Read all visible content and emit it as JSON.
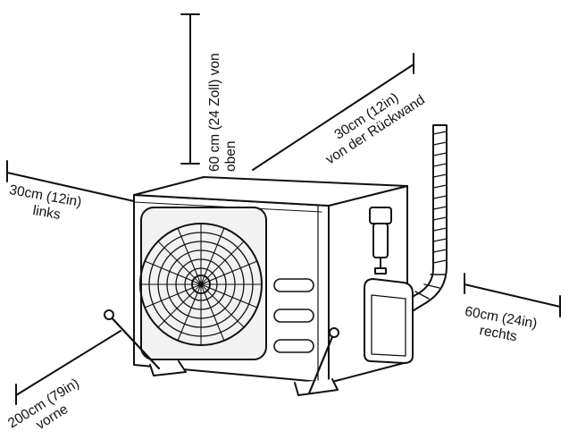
{
  "labels": {
    "top": {
      "line1": "60 cm (24 Zoll) von",
      "line2": "oben"
    },
    "back": {
      "line1": "30cm (12in)",
      "line2": "von der Rückwand"
    },
    "left": {
      "line1": "30cm (12in)",
      "line2": "links"
    },
    "right": {
      "line1": "60cm (24in)",
      "line2": "rechts"
    },
    "front": {
      "line1": "200cm (79in)",
      "line2": "vorne"
    }
  },
  "colors": {
    "line": "#111111",
    "fill": "#ffffff",
    "shade": "#d9d9d9"
  }
}
